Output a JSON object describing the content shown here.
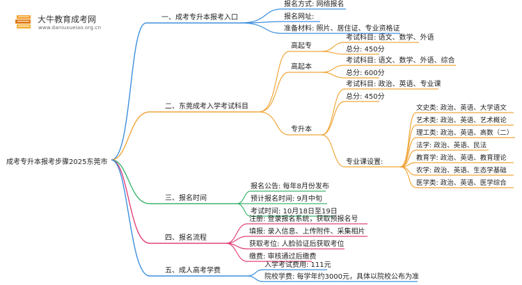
{
  "brand": {
    "name": "大牛教育成考网",
    "url": "www.daniuxueiao.org.cn",
    "logo_icon": "book-stack-icon"
  },
  "root": "成考专升本报考步骤2025东莞市",
  "branches": [
    {
      "label": "一、成考专升本报考入口",
      "color": "#3b8ede",
      "items": [
        "报名方式: 网络报名",
        "报名网址:",
        "准备材料: 照片、居住证、专业资格证"
      ]
    },
    {
      "label": "二、东莞成考入学考试科目",
      "color": "#f0a63a",
      "groups": [
        {
          "label": "高起专",
          "items": [
            "考试科目: 语文、数学、外语",
            "总分: 450分"
          ]
        },
        {
          "label": "高起本",
          "items": [
            "考试科目: 语文、数学、外语、综合",
            "总分: 600分"
          ]
        },
        {
          "label": "专升本",
          "items": [
            "考试科目: 政治、英语、专业课",
            "总分: 450分"
          ],
          "sub": {
            "label": "专业课设置:",
            "items": [
              "文史类: 政治、英语、大学语文",
              "艺术类: 政治、英语、艺术概论",
              "理工类: 政治、英语、高数（二）",
              "法学: 政治、英语、民法",
              "教育学: 政治、英语、教育理论",
              "农学: 政治、英语、生态学基础",
              "医学类: 政治、英语、医学综合"
            ]
          }
        }
      ]
    },
    {
      "label": "三、报名时间",
      "color": "#3cb46e",
      "items": [
        "报名公告: 每年8月份发布",
        "预计报名时间: 9月中旬",
        "考试时间: 10月18日至19日"
      ]
    },
    {
      "label": "四、报名流程",
      "color": "#e0407a",
      "items": [
        "注册: 登录报名系统，获取预报名号",
        "填报: 录入信息、上传附件、采集相片",
        "获取考位: 人脸验证后获取考位",
        "缴费: 审核通过后缴费"
      ]
    },
    {
      "label": "五、成人高考学费",
      "color": "#3b8ede",
      "items": [
        "入学考试费用: 111元",
        "院校学费: 每学年约3000元，具体以院校公布为准"
      ]
    }
  ]
}
